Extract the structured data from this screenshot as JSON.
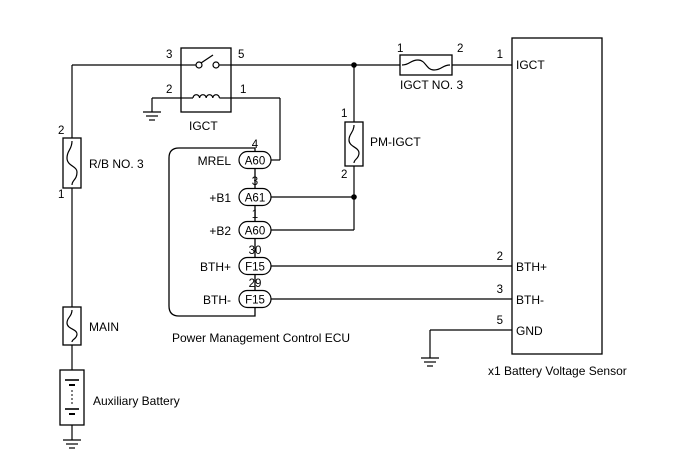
{
  "components": {
    "igct_relay": {
      "label": "IGCT"
    },
    "rb_fuse": {
      "label": "R/B NO. 3"
    },
    "main_fuse": {
      "label": "MAIN"
    },
    "battery": {
      "label": "Auxiliary Battery"
    },
    "igct3_fuse": {
      "label": "IGCT NO. 3"
    },
    "pm_igct_fuse": {
      "label": "PM-IGCT"
    },
    "ecu": {
      "label": "Power Management Control ECU"
    },
    "sensor": {
      "label": "x1  Battery Voltage Sensor"
    }
  },
  "ecu_pins": [
    {
      "name": "MREL",
      "connector": "A60",
      "pin": "4"
    },
    {
      "name": "+B1",
      "connector": "A61",
      "pin": "3"
    },
    {
      "name": "+B2",
      "connector": "A60",
      "pin": "1"
    },
    {
      "name": "BTH+",
      "connector": "F15",
      "pin": "30"
    },
    {
      "name": "BTH-",
      "connector": "F15",
      "pin": "29"
    }
  ],
  "sensor_pins": [
    {
      "name": "IGCT",
      "pin": "1"
    },
    {
      "name": "BTH+",
      "pin": "2"
    },
    {
      "name": "BTH-",
      "pin": "3"
    },
    {
      "name": "GND",
      "pin": "5"
    }
  ],
  "pin_numbers": {
    "relay_3": "3",
    "relay_5": "5",
    "relay_2": "2",
    "relay_1": "1",
    "igct3_1": "1",
    "igct3_2": "2",
    "pm_1": "1",
    "pm_2": "2",
    "rb_2": "2",
    "rb_1": "1"
  }
}
